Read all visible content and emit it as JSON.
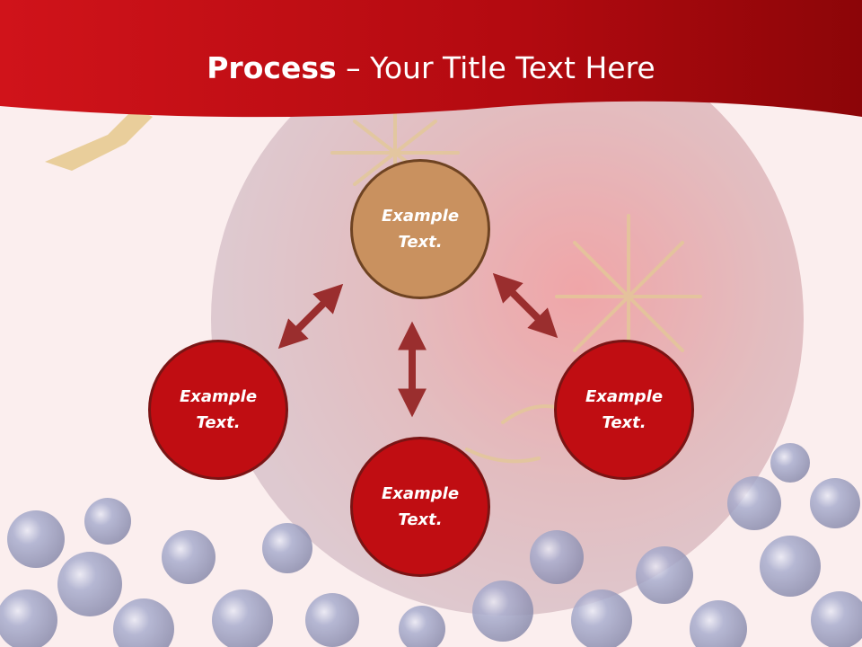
{
  "title": {
    "bold": "Process",
    "separator": " – ",
    "rest": "Your Title Text Here"
  },
  "nodes": {
    "top": "Example\nText.",
    "left": "Example\nText.",
    "right": "Example\nText.",
    "bottom": "Example\nText."
  },
  "colors": {
    "header_red": "#b00a0e",
    "node_red": "#c00d12",
    "node_tan": "#c9915f",
    "arrow": "#9a2e2e"
  }
}
